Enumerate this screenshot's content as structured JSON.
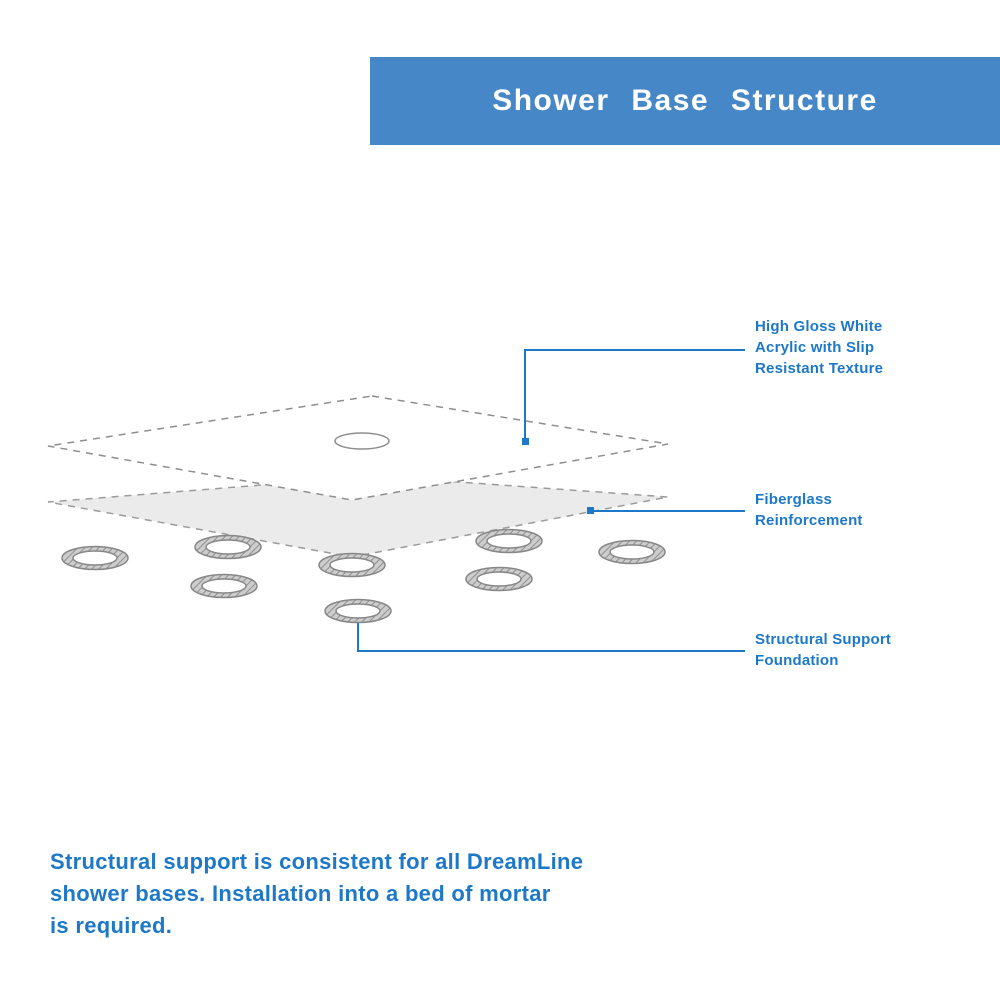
{
  "header": {
    "title": "Shower Base Structure"
  },
  "callouts": {
    "acrylic": {
      "label": "High Gloss White\nAcrylic with Slip\nResistant Texture"
    },
    "fiberglass": {
      "label": "Fiberglass\nReinforcement"
    },
    "foundation": {
      "label": "Structural Support\nFoundation"
    }
  },
  "footer": {
    "text": "Structural support is consistent for all DreamLine\nshower bases. Installation into a bed of mortar\nis required."
  },
  "colors": {
    "banner_blue": "#4587c7",
    "label_blue": "#1e78c8",
    "leader_line_blue": "#1e78c8",
    "layer_gray_fill": "#ebebeb",
    "dashed_outline_gray": "#8e8e8e",
    "ring_gray": "#cdcdcd"
  }
}
